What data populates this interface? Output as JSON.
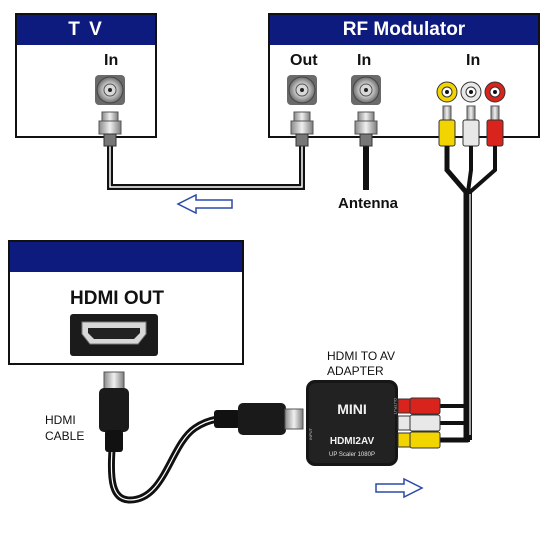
{
  "tv": {
    "title": "T V",
    "in_label": "In"
  },
  "rf": {
    "title": "RF Modulator",
    "out_label": "Out",
    "in_label": "In",
    "av_in_label": "In"
  },
  "antenna_label": "Antenna",
  "source": {
    "title": "",
    "port_label": "HDMI OUT"
  },
  "adapter": {
    "label_line1": "HDMI TO AV",
    "label_line2": "ADAPTER",
    "brand": "MINI",
    "model": "HDMI2AV",
    "subtitle": "UP Scaler 1080P",
    "side_in": "INPUT",
    "side_out": "OUTPUT"
  },
  "hdmi_cable": {
    "line1": "HDMI",
    "line2": "CABLE"
  },
  "colors": {
    "header": "#0d1b7e",
    "rca_yellow": "#f2d400",
    "rca_white": "#e8e8e8",
    "rca_red": "#d8241c",
    "cable": "#111111",
    "arrow": "#2b4aa8"
  }
}
